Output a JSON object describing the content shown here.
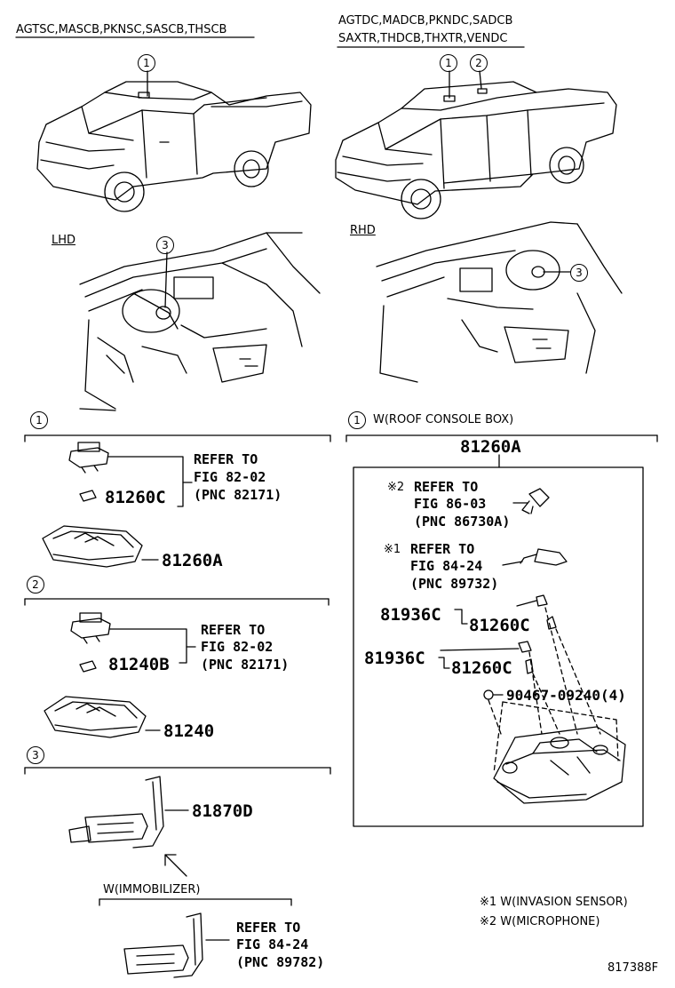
{
  "header": {
    "left_codes": "AGTSC,MASCB,PKNSC,SASCB,THSCB",
    "right_codes_line1": "AGTDC,MADCB,PKNDC,SADCB",
    "right_codes_line2": "SAXTR,THDCB,THXTR,VENDC"
  },
  "drive": {
    "lhd": "LHD",
    "rhd": "RHD"
  },
  "callouts": {
    "c1": "1",
    "c2": "2",
    "c3": "3"
  },
  "section1_left": {
    "ref_line1": "REFER TO",
    "ref_line2": "FIG 82-02",
    "ref_line3": "(PNC 82171)",
    "bulb_part": "81260C",
    "lamp_part": "81260A"
  },
  "section2": {
    "ref_line1": "REFER TO",
    "ref_line2": "FIG 82-02",
    "ref_line3": "(PNC 82171)",
    "bulb_part": "81240B",
    "lamp_part": "81240"
  },
  "section3": {
    "coil_part": "81870D",
    "immobilizer_label": "W(IMMOBILIZER)",
    "ref_line1": "REFER TO",
    "ref_line2": "FIG 84-24",
    "ref_line3": "(PNC 89782)"
  },
  "section1_right": {
    "title": "W(ROOF CONSOLE BOX)",
    "assembly_part": "81260A",
    "ref_a_mark": "※2",
    "ref_a_line1": "REFER TO",
    "ref_a_line2": "FIG 86-03",
    "ref_a_line3": "(PNC 86730A)",
    "ref_b_mark": "※1",
    "ref_b_line1": "REFER TO",
    "ref_b_line2": "FIG 84-24",
    "ref_b_line3": "(PNC 89732)",
    "socket_part_1": "81936C",
    "bulb_part_1": "81260C",
    "socket_part_2": "81936C",
    "bulb_part_2": "81260C",
    "screw_part": "90467-09240(4)"
  },
  "notes": {
    "note1": "※1 W(INVASION SENSOR)",
    "note2": "※2 W(MICROPHONE)"
  },
  "figure_id": "817388F"
}
